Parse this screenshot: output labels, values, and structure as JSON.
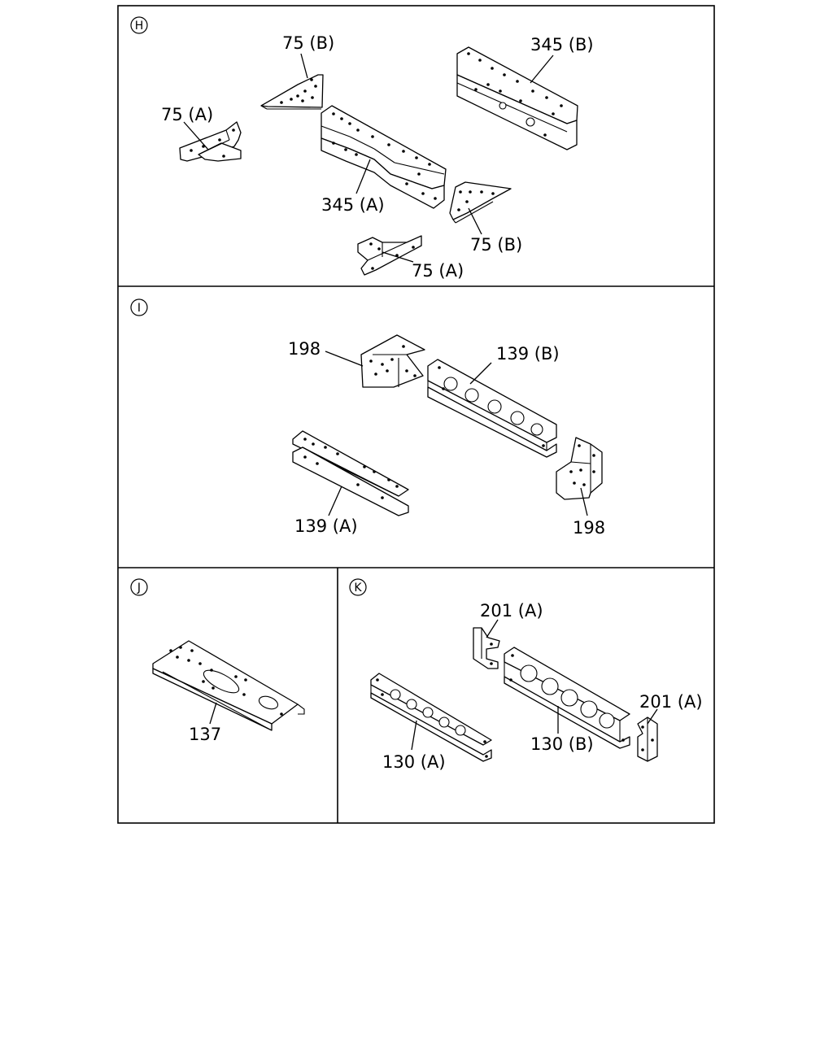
{
  "sections": [
    {
      "id": "H",
      "marker": "H",
      "labels": [
        "75 (B)",
        "345 (B)",
        "75 (A)",
        "345 (A)",
        "75 (B)",
        "75 (A)"
      ]
    },
    {
      "id": "I",
      "marker": "I",
      "labels": [
        "198",
        "139 (B)",
        "139 (A)",
        "198"
      ]
    },
    {
      "id": "J",
      "marker": "J",
      "labels": [
        "137"
      ]
    },
    {
      "id": "K",
      "marker": "K",
      "labels": [
        "201 (A)",
        "201 (A)",
        "130 (A)",
        "130 (B)"
      ]
    }
  ]
}
